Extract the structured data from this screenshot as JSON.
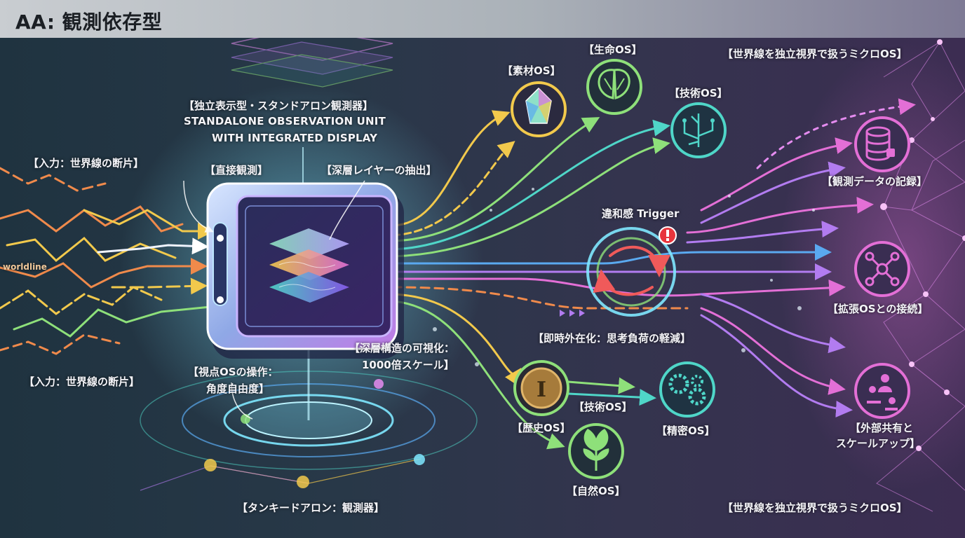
{
  "title": "AA: 観測依存型",
  "labels": {
    "device_jp": "【独立表示型・スタンドアロン観測器】",
    "device_en1": "STANDALONE OBSERVATION UNIT",
    "device_en2": "WITH INTEGRATED DISPLAY",
    "direct_obs": "【直接観測】",
    "deep_layer": "【深層レイヤーの抽出】",
    "input_top": "【入力：世界線の断片】",
    "input_bottom": "【入力：世界線の断片】",
    "worldline": "worldline",
    "viewpoint_1": "【視点OSの操作：",
    "viewpoint_2": "角度自由度】",
    "deep_vis_1": "【深層構造の可視化：",
    "deep_vis_2": "1000倍スケール】",
    "base_unit": "【タンキードアロン：観測器】",
    "material_os": "【素材OS】",
    "life_os": "【生命OS】",
    "tech_os_top": "【技術OS】",
    "micro_os_top": "【世界線を独立視界で扱うミクロOS】",
    "trigger": "違和感 Trigger",
    "externalize": "【即時外在化：思考負荷の軽減】",
    "tech_os_bottom": "【技術OS】",
    "history_os": "【歴史OS】",
    "precision_os": "【精密OS】",
    "nature_os": "【自然OS】",
    "record": "【観測データの記録】",
    "connect": "【拡張OSとの接続】",
    "share_1": "【外部共有と",
    "share_2": "スケールアップ】",
    "micro_os_bottom": "【世界線を独立視界で扱うミクロOS】"
  },
  "icons": {
    "material": "crystal-gem-icon",
    "life": "butterfly-wing-icon",
    "tech": "circuit-chip-icon",
    "history": "coin-icon",
    "precision": "gears-icon",
    "nature": "leaf-plant-icon",
    "record": "database-icon",
    "connect": "network-hub-icon",
    "share": "people-share-icon",
    "alert": "alert-icon"
  },
  "colors": {
    "title_text": "#1b1f24",
    "stream_orange": "#f08a4b",
    "stream_yellow": "#f2c94c",
    "stream_green": "#8ee07a",
    "stream_teal": "#4fd6c8",
    "stream_blue": "#5aa9f0",
    "stream_violet": "#b27cf0",
    "stream_pink": "#e36fd6",
    "alert_red": "#e8343c"
  }
}
